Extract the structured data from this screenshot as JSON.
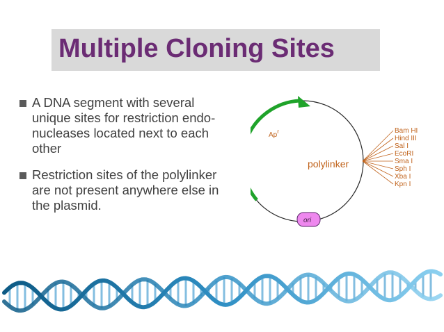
{
  "title": "Multiple Cloning Sites",
  "bullets": [
    {
      "lines": [
        "A DNA segment with several",
        "unique sites for restriction endo-",
        "nucleases located next to each",
        "other"
      ]
    },
    {
      "lines": [
        "Restriction sites of the polylinker",
        "are not present anywhere else in",
        "the plasmid."
      ]
    }
  ],
  "plasmid": {
    "gene_label": "Ap",
    "gene_superscript": "r",
    "polylinker_label": "polylinker",
    "origin_label": "ori",
    "restriction_sites": [
      "Bam HI",
      "Hind III",
      "Sal I",
      "EcoRI",
      "Sma I",
      "Sph I",
      "Xba I",
      "Kpn I"
    ]
  },
  "colors": {
    "title": "#6b2c74",
    "title_bg": "#d9d9d9",
    "body_text": "#3f3f3f",
    "gene_arrow": "#1fa32a",
    "site_text": "#c0621a",
    "ori_fill": "#ee88ee",
    "helix": "#2f8fc4"
  }
}
